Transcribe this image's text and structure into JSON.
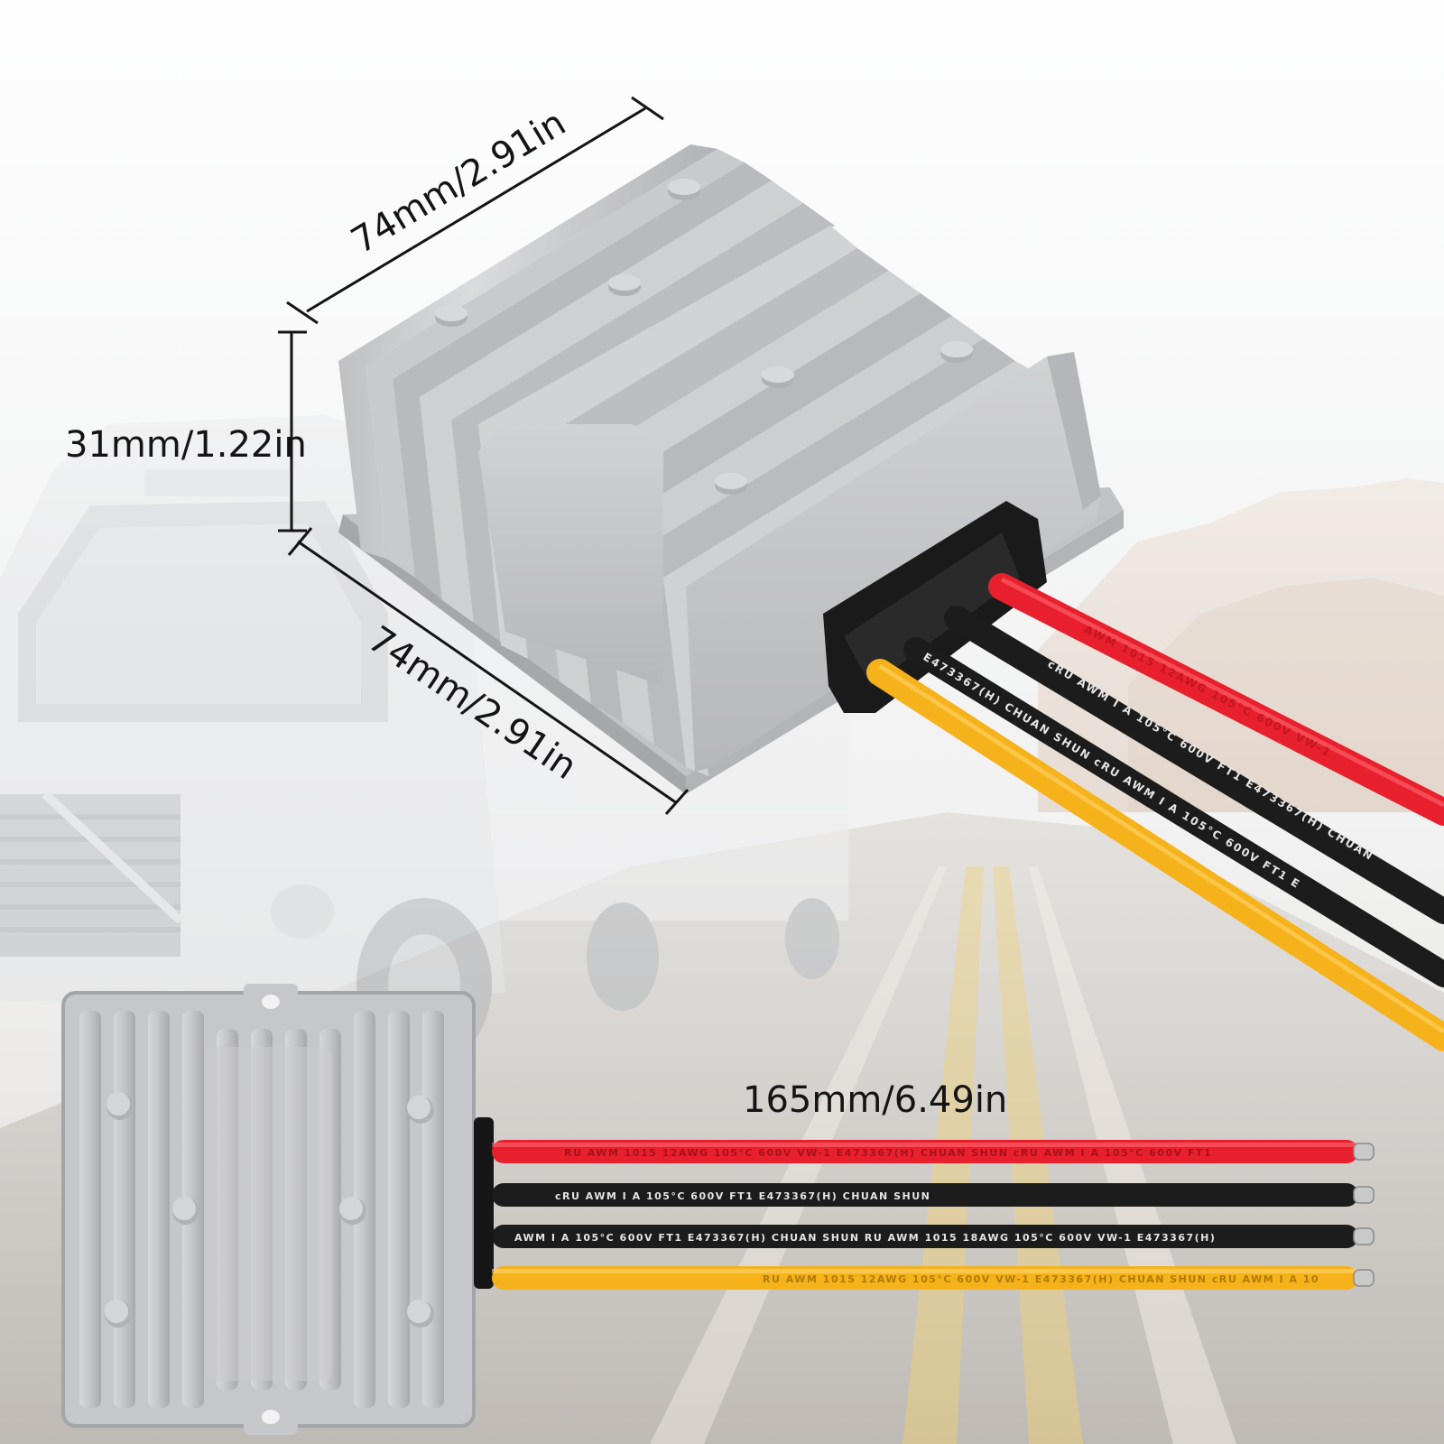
{
  "dimensions": {
    "top_width": "74mm/2.91in",
    "height": "31mm/1.22in",
    "depth": "74mm/2.91in",
    "wire_length": "165mm/6.49in"
  },
  "wire_prints": {
    "red_top": "AWM 1015 12AWG 105°C 600V VW-1",
    "black_top": "cRU AWM I A 105°C 600V FT1 E473367(H) CHUAN",
    "black2_top": "E473367(H) CHUAN SHUN cRU AWM I A 105°C 600V FT1 E",
    "red_bottom": "RU AWM 1015 12AWG 105°C 600V VW-1 E473367(H) CHUAN SHUN cRU AWM I A 105°C 600V FT1",
    "black_bottom": "cRU AWM I A 105°C 600V FT1 E473367(H) CHUAN SHUN",
    "black2_bottom": "AWM I A 105°C 600V FT1 E473367(H) CHUAN SHUN RU AWM 1015 18AWG 105°C 600V VW-1 E473367(H)",
    "yellow_bottom": "RU AWM 1015 12AWG 105°C 600V VW-1 E473367(H) CHUAN SHUN cRU AWM I A 10"
  },
  "colors": {
    "wire_red": "#e8202e",
    "wire_black": "#1c1c1c",
    "wire_yellow": "#f5b21a",
    "housing": "#c9cacc",
    "housing_shadow": "#a9aaad",
    "background_sky": "#f2f3f4",
    "road": "#b7b3ad",
    "road_line": "#e6c35a"
  },
  "icons": [
    "heatsink-converter",
    "truck",
    "mountain",
    "road"
  ]
}
